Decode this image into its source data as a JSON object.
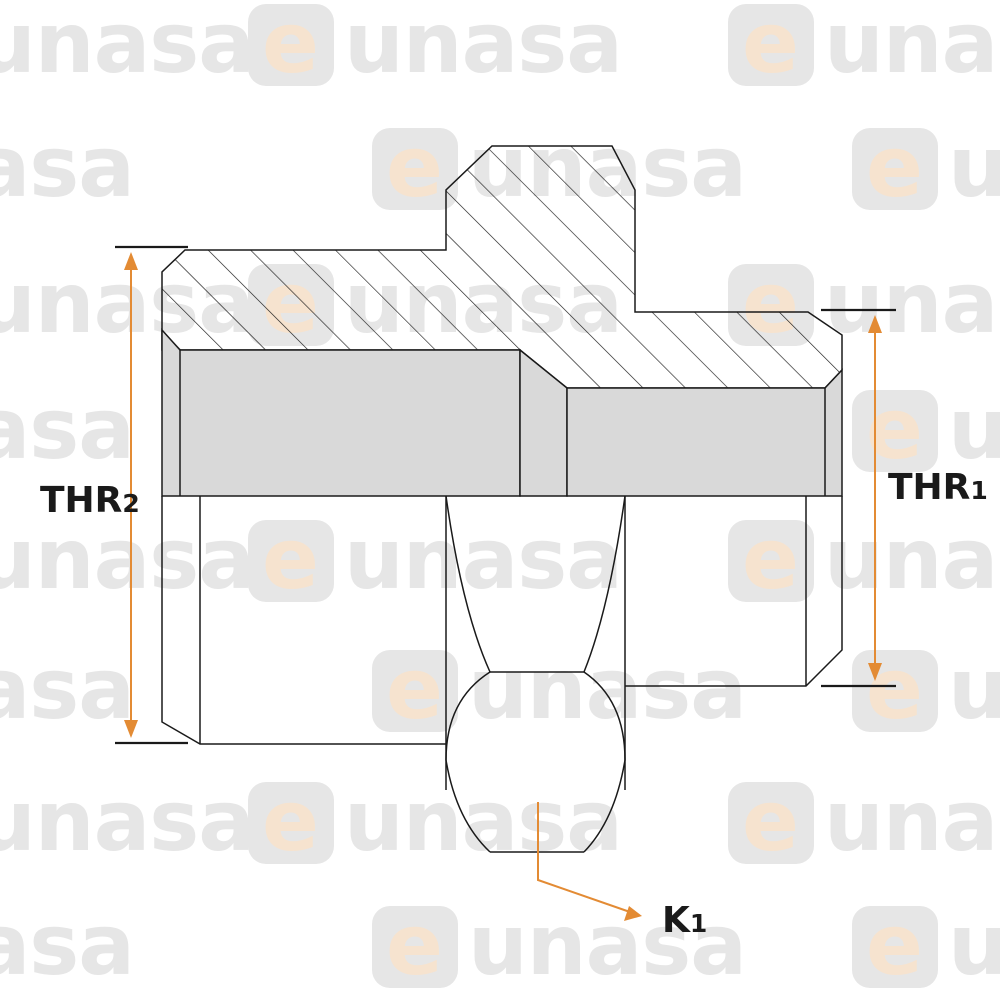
{
  "watermark": {
    "brand_text": "eunasa",
    "letter_e": "e",
    "rest": "unasa",
    "text_color": "#e6e6e6",
    "e_color": "#f6e3cf"
  },
  "labels": {
    "thr2": {
      "main": "THR",
      "sub": "2"
    },
    "thr1": {
      "main": "THR",
      "sub": "1"
    },
    "k1": {
      "main": "K",
      "sub": "1"
    }
  },
  "colors": {
    "dimension_arrow": "#e38b34",
    "outline": "#1a1a1a",
    "thread_band": "#d9d9d9"
  }
}
